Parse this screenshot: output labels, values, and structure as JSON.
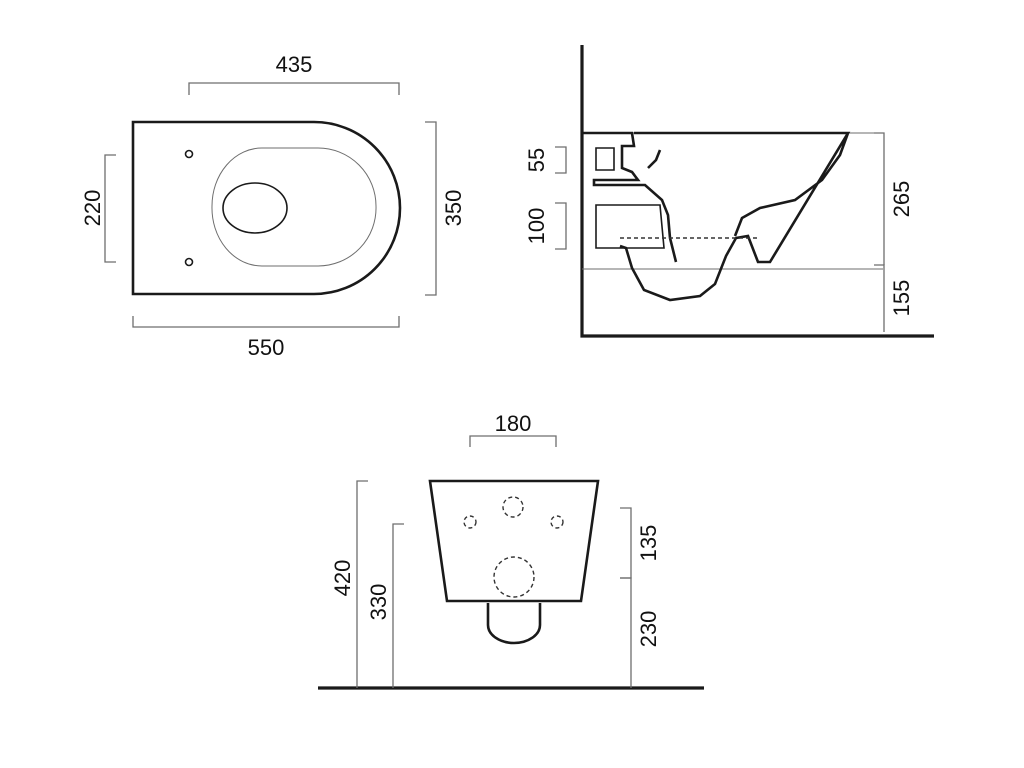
{
  "colors": {
    "line": "#1a1a1a",
    "dimension": "#6e6e6e",
    "background": "#ffffff"
  },
  "top_view": {
    "width": "435",
    "overall_length": "550",
    "fixing_spacing": "220",
    "overall_width": "350"
  },
  "side_view": {
    "outlet_top": "55",
    "outlet_height": "100",
    "bowl_height": "265",
    "floor_clearance": "155"
  },
  "rear_view": {
    "fixing_width": "180",
    "total_height": "420",
    "fixing_height": "330",
    "inlet_offset": "135",
    "outlet_height": "230"
  }
}
